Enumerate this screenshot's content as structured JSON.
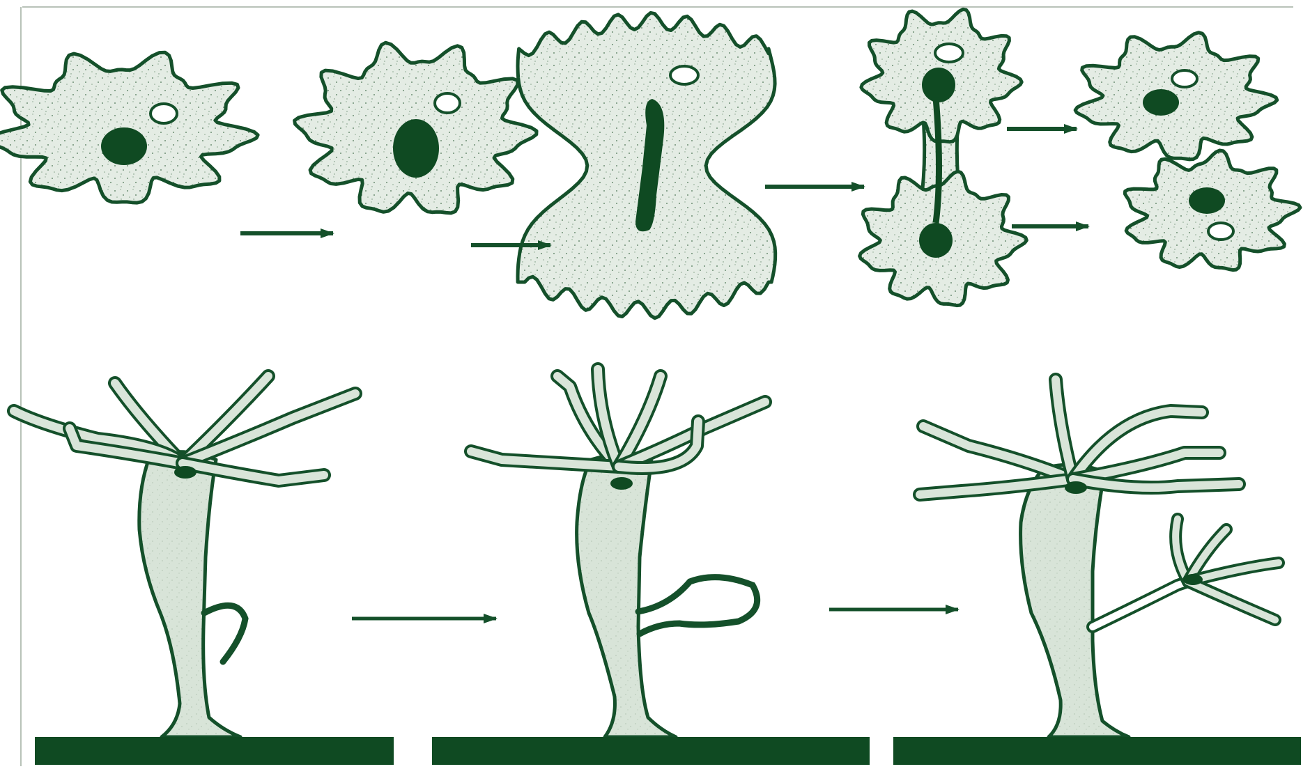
{
  "figure": {
    "colors": {
      "ink": "#14502a",
      "fill": "#dfe9df",
      "nucleus": "#0f4a22",
      "background": "#ffffff",
      "frame": "#b8c2b8"
    },
    "rows": [
      {
        "name": "amoeba-binary-fission",
        "stages": 5,
        "icon": "amoeba-icon"
      },
      {
        "name": "hydra-budding",
        "stages": 3,
        "icon": "hydra-icon"
      }
    ],
    "arrow_icon": "arrow-right-icon",
    "base_icon": "substrate-base-icon"
  }
}
